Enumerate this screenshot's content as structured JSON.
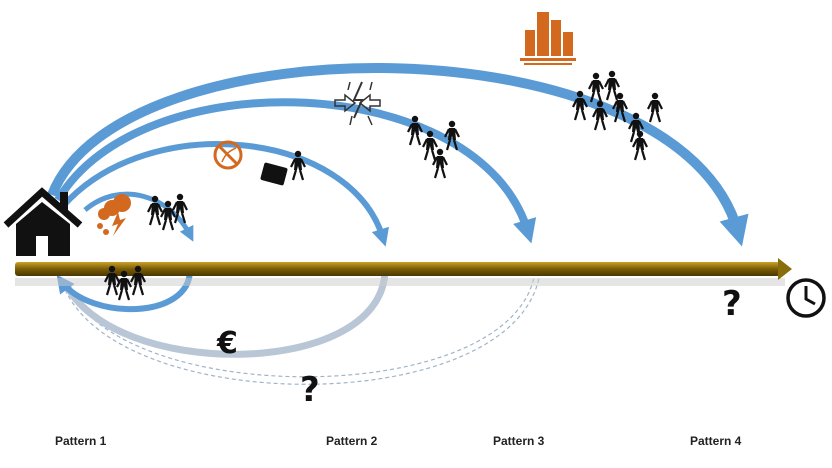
{
  "patterns": [
    {
      "label": "Pattern 1"
    },
    {
      "label": "Pattern 2"
    },
    {
      "label": "Pattern 3"
    },
    {
      "label": "Pattern 4"
    }
  ],
  "symbols": {
    "euro": "€",
    "question_return": "?",
    "question_time": "?"
  },
  "colors": {
    "arrow": "#5b9bd5",
    "timeline": "#8a6d0b",
    "accent": "#d2691e",
    "return_grey": "#b9c6d6"
  }
}
